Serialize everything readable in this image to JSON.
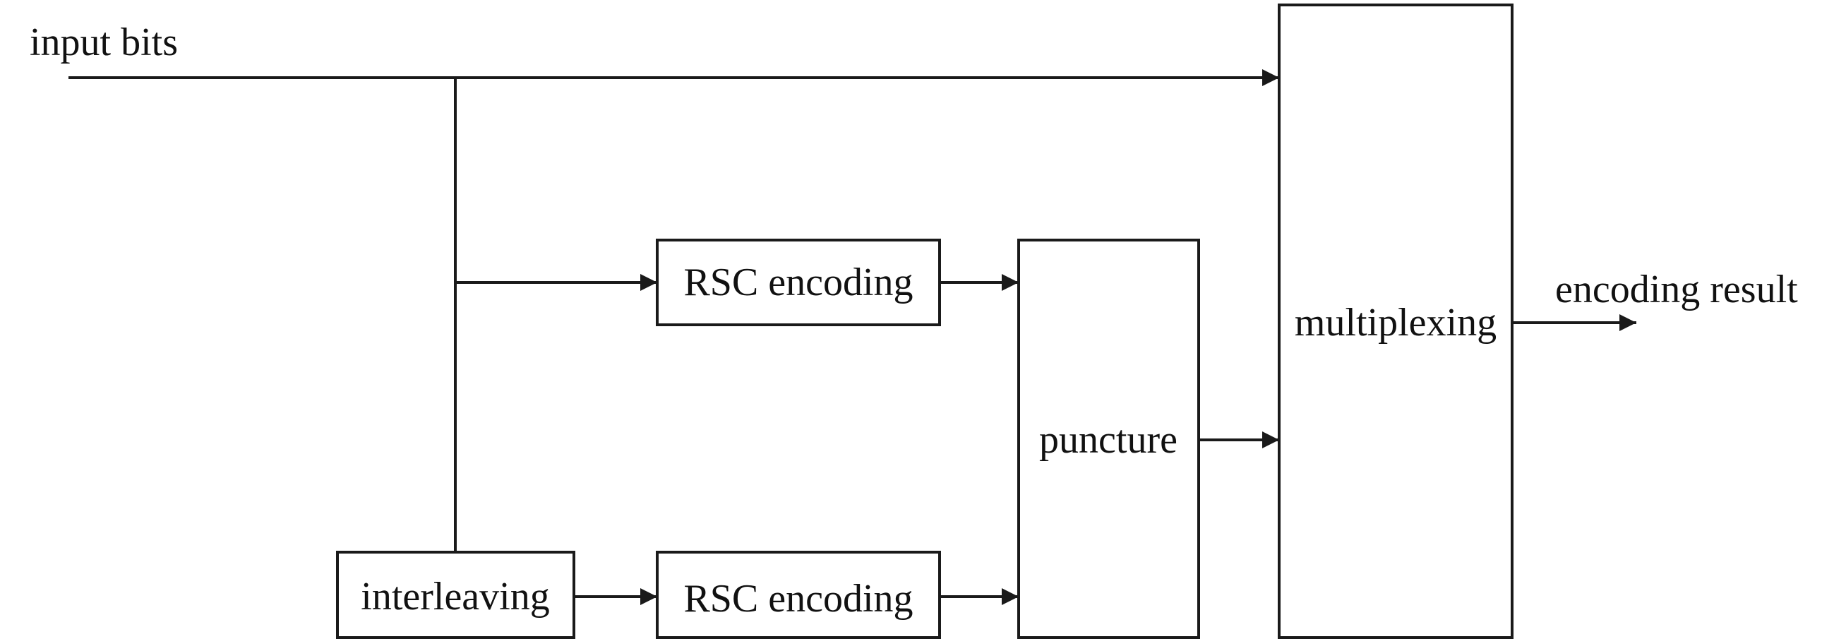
{
  "diagram": {
    "input_label": "input bits",
    "output_label": "encoding result",
    "blocks": {
      "rsc_top": "RSC encoding",
      "rsc_bottom": "RSC encoding",
      "interleaving": "interleaving",
      "puncture": "puncture",
      "multiplexing": "multiplexing"
    }
  }
}
